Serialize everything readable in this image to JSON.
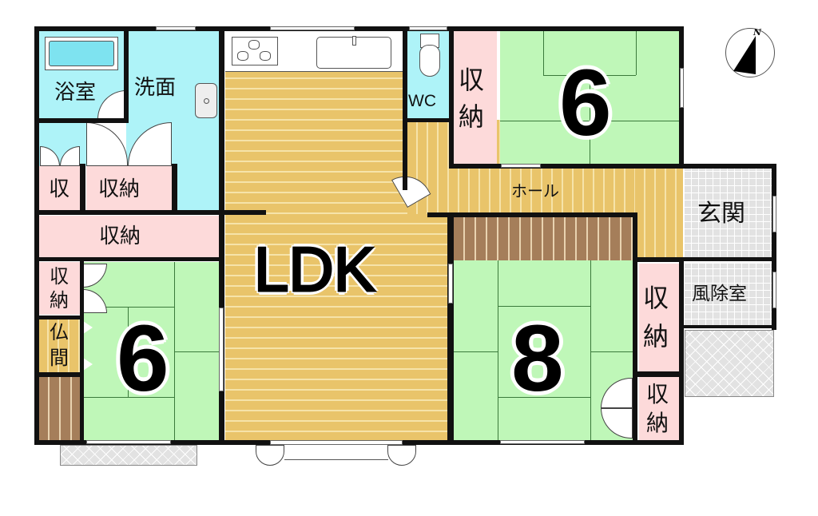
{
  "floorplan": {
    "rooms": {
      "bathroom": {
        "label": "浴室"
      },
      "washroom": {
        "label": "洗面"
      },
      "toilet": {
        "label": "WC"
      },
      "ldk": {
        "label": "LDK"
      },
      "japanese_room_ne": {
        "label": "6",
        "size_tatami": 6
      },
      "japanese_room_sw": {
        "label": "6",
        "size_tatami": 6
      },
      "japanese_room_se": {
        "label": "8",
        "size_tatami": 8
      },
      "hall": {
        "label": "ホール"
      },
      "entrance": {
        "label": "玄関"
      },
      "windbreak_room": {
        "label": "風除室"
      },
      "altar_room": {
        "label_top": "仏",
        "label_bottom": "間"
      }
    },
    "storage": {
      "small_left": {
        "label": "収"
      },
      "washroom_closet": {
        "label": "収納"
      },
      "long_closet": {
        "label": "収納"
      },
      "sw_closet": {
        "label_top": "収",
        "label_bottom": "納"
      },
      "ne_closet": {
        "label_top": "収",
        "label_bottom": "納"
      },
      "se_closet_upper": {
        "label_top": "収",
        "label_bottom": "納"
      },
      "se_closet_lower": {
        "label_top": "収",
        "label_bottom": "納"
      }
    },
    "compass": {
      "label": "N"
    }
  }
}
